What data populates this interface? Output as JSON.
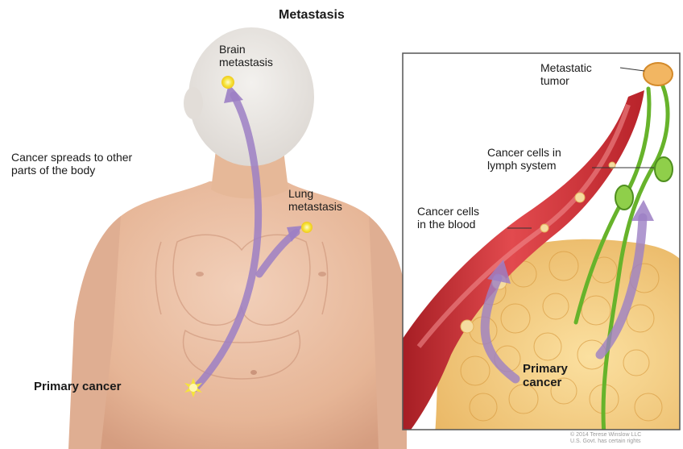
{
  "title": "Metastasis",
  "labels": {
    "brain": "Brain\nmetastasis",
    "lung": "Lung\nmetastasis",
    "spread": "Cancer spreads to other\nparts of the body",
    "primary_body": "Primary cancer",
    "metastatic_tumor": "Metastatic\ntumor",
    "lymph": "Cancer cells in\nlymph system",
    "blood": "Cancer cells\nin the blood",
    "primary_inset": "Primary\ncancer"
  },
  "credit": "© 2014 Terese Winslow LLC\nU.S. Govt. has certain rights",
  "colors": {
    "skin": "#e9bfa4",
    "skin_shadow": "#d9a388",
    "arrow": "#9c7fc4",
    "tumor": "#f5e43a",
    "vessel": "#c8262c",
    "lymph": "#67b32b",
    "tissue": "#f2c979",
    "inset_border": "#555555"
  }
}
